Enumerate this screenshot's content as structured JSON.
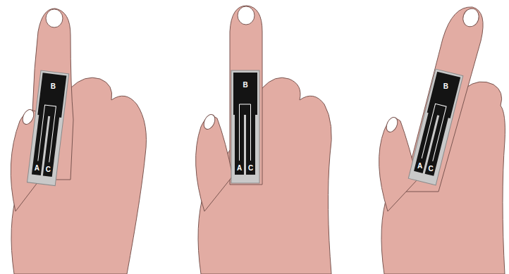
{
  "diagram": {
    "labels": [
      "B",
      "A",
      "C",
      "B",
      "A",
      "C",
      "B",
      "A",
      "C"
    ]
  }
}
